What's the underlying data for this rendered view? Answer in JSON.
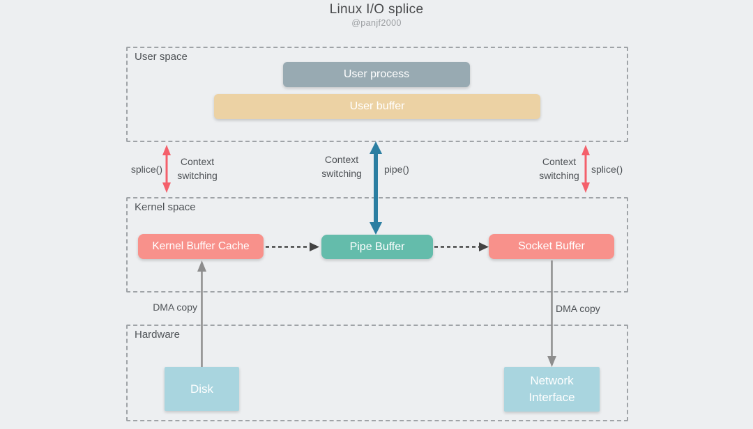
{
  "title": "Linux I/O splice",
  "subtitle": "@panjf2000",
  "colors": {
    "background": "#edeff1",
    "section-border": "#9fa3a7",
    "text": "#4e5256",
    "title": "#48494b",
    "subtitle": "#9b9ea1",
    "user-process": "#98aab2",
    "user-buffer": "#ecd2a4",
    "kernel-buffer": "#f8918b",
    "pipe-buffer": "#64bcab",
    "hardware-box": "#a9d5df",
    "arrow-red": "#f4606b",
    "arrow-blue": "#2b7ea1",
    "arrow-gray": "#8d8d8d",
    "arrow-dark": "#434343",
    "box-text": "#ffffff"
  },
  "sections": {
    "user_space": {
      "label": "User space",
      "user_process": "User process",
      "user_buffer": "User buffer"
    },
    "kernel_space": {
      "label": "Kernel space",
      "kernel_buffer_cache": "Kernel Buffer Cache",
      "pipe_buffer": "Pipe Buffer",
      "socket_buffer": "Socket Buffer"
    },
    "hardware": {
      "label": "Hardware",
      "disk": "Disk",
      "network_interface": "Network Interface"
    }
  },
  "annotations": {
    "splice_left": "splice()",
    "context_switching_left": "Context switching",
    "context_switching_center": "Context switching",
    "pipe": "pipe()",
    "context_switching_right": "Context switching",
    "splice_right": "splice()",
    "dma_copy_left": "DMA copy",
    "dma_copy_right": "DMA copy"
  }
}
